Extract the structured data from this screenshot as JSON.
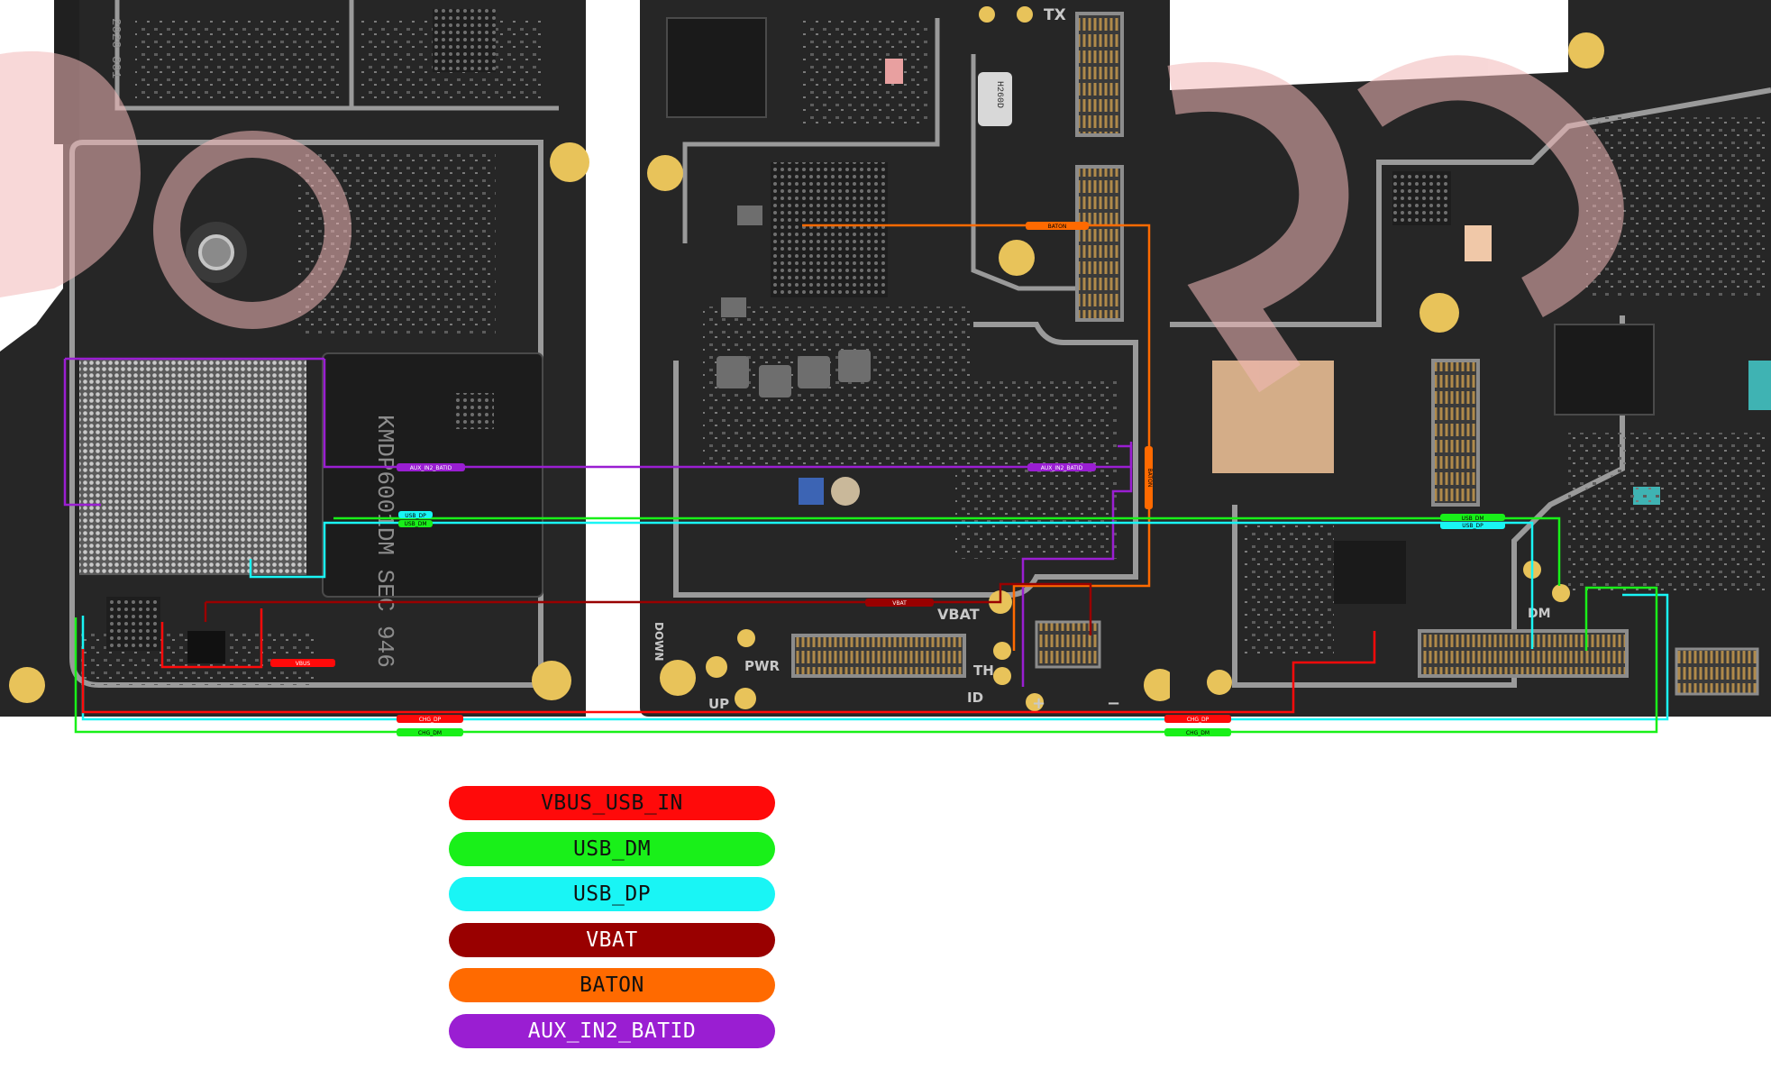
{
  "board_labels": {
    "tx": "TX",
    "vbat": "VBAT",
    "th": "TH",
    "id": "ID",
    "plus": "+",
    "minus": "−",
    "pwr": "PWR",
    "up": "UP",
    "down": "DOWN",
    "dm": "DM",
    "chip_marking": "KMDP6001DM SEC 946",
    "pcb_code": "2020 301",
    "sensor_marking": "H260D"
  },
  "net_tags": {
    "aux_left": "AUX_IN2_BATID",
    "aux_mid": "AUX_IN2_BATID",
    "usb_dp_left": "USB_DP",
    "usb_dm_left": "USB_DM",
    "vbat_mid": "VBAT",
    "baton_top": "BATON",
    "baton_vert": "BATON",
    "vbus_left": "VBUS",
    "chg_dp_left": "CHG_DP",
    "chg_dm_left": "CHG_DM",
    "chg_dp_right": "CHG_DP",
    "chg_dm_right": "CHG_DM",
    "usb_dm_right": "USB_DM",
    "usb_dp_right": "USB_DP"
  },
  "legend": [
    {
      "label": "VBUS_USB_IN",
      "color": "#ff0a0a"
    },
    {
      "label": "USB_DM",
      "color": "#19f019"
    },
    {
      "label": "USB_DP",
      "color": "#19f5f5"
    },
    {
      "label": "VBAT",
      "color": "#990000"
    },
    {
      "label": "BATON",
      "color": "#ff6a00"
    },
    {
      "label": "AUX_IN2_BATID",
      "color": "#9a1ed2"
    }
  ],
  "colors": {
    "board": "#262626",
    "silk": "#8c8c8c",
    "watermark": "#f2b8b8",
    "vbus": "#ff0a0a",
    "usb_dm": "#19f019",
    "usb_dp": "#19f5f5",
    "vbat": "#990000",
    "baton": "#ff6a00",
    "aux": "#9a1ed2",
    "gold": "#e8c35a"
  }
}
